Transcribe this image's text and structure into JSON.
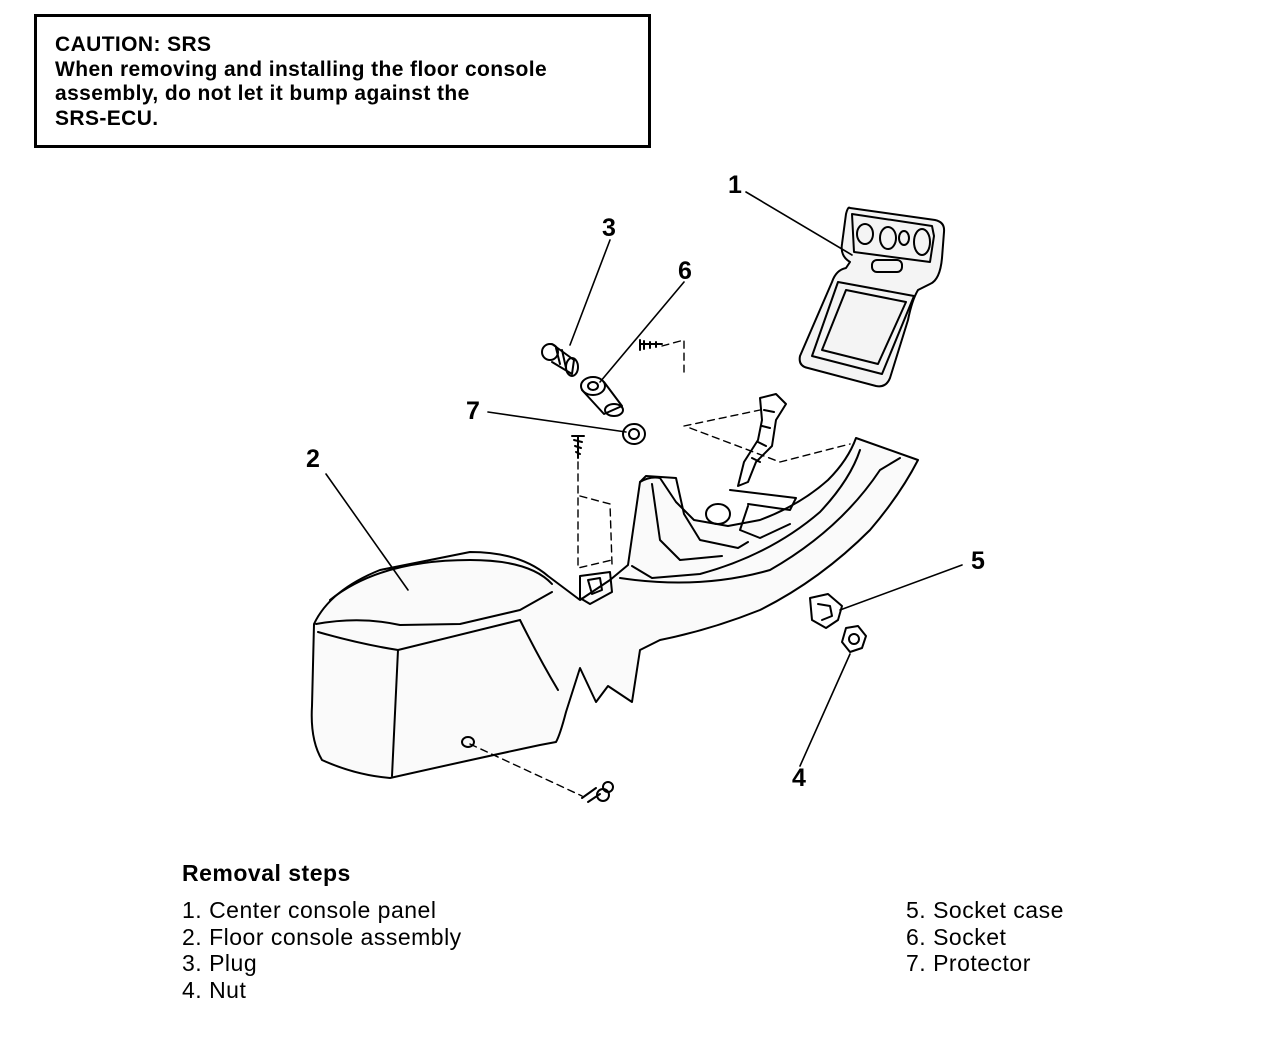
{
  "caution": {
    "lines": [
      "CAUTION: SRS",
      "When removing and installing the floor console",
      "assembly, do not let it bump against the",
      "SRS-ECU."
    ]
  },
  "callouts": [
    "1",
    "2",
    "3",
    "4",
    "5",
    "6",
    "7"
  ],
  "removal": {
    "title": "Removal steps",
    "steps": [
      "1. Center console panel",
      "2. Floor console assembly",
      "3. Plug",
      "4. Nut",
      "5. Socket case",
      "6. Socket",
      "7. Protector"
    ]
  }
}
